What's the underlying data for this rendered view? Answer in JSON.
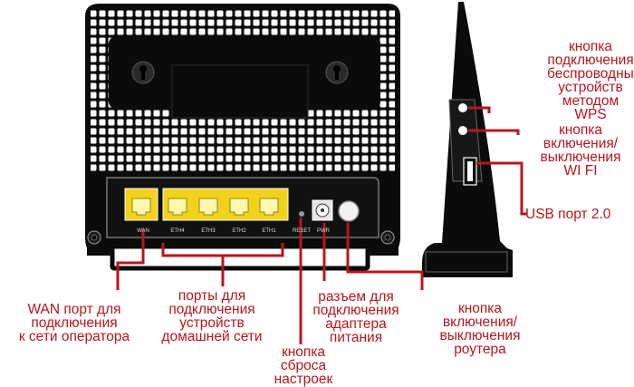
{
  "colors": {
    "annotation": "#b8161f",
    "device_body": "#0b0b0b",
    "wan_port": "#f3d21b",
    "eth_ports": "#f3d21b",
    "port_text": "#d9d9d9"
  },
  "port_labels": {
    "wan": "WAN",
    "eth4": "ETH4",
    "eth3": "ETH3",
    "eth2": "ETH2",
    "eth1": "ETH1",
    "reset": "RESET",
    "pwr": "PWR"
  },
  "annotations": {
    "wps": "кнопка\nподключения\nбеспроводных\nустройств\nметодом WPS",
    "wifi": "кнопка\nвключения/\nвыключения\nWI FI",
    "usb": "USB порт 2.0",
    "wan": "WAN порт для\nподключения\nк сети оператора",
    "eth": "порты для\nподключения\nустройств\nдомашней сети",
    "reset": "кнопка\nсброса\nнастроек",
    "power": "разъем для\nподключения\nадаптера\nпитания",
    "switch": "кнопка\nвключения/\nвыключения\nроутера"
  }
}
